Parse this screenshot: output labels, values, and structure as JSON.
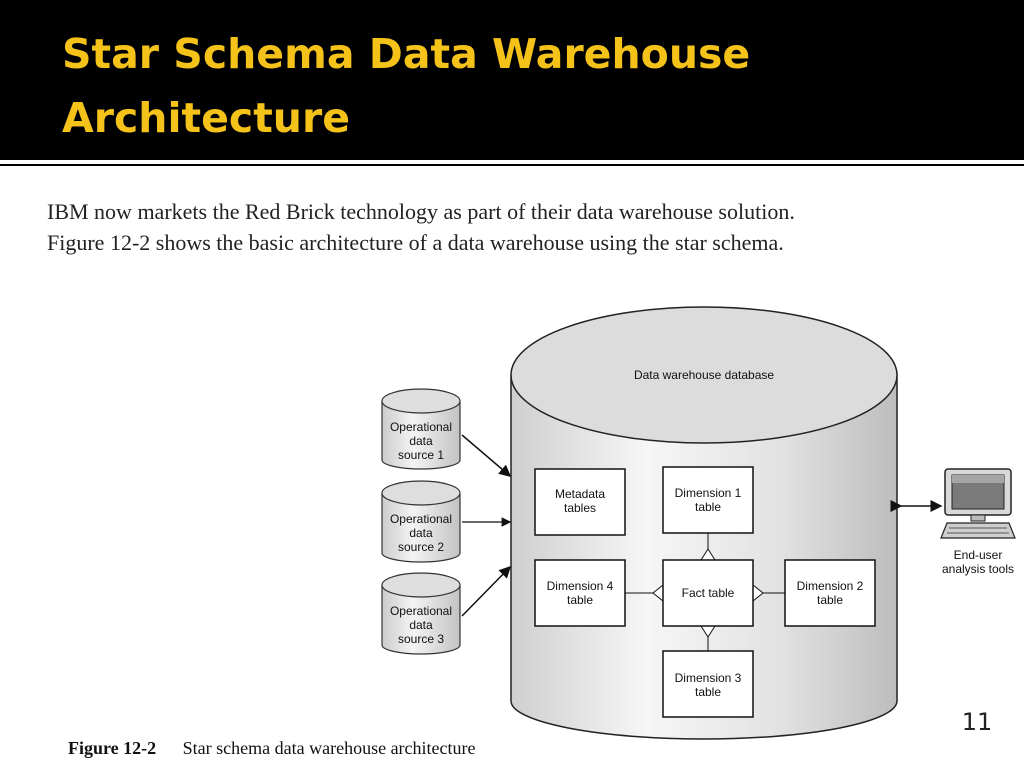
{
  "slide": {
    "title": "Star Schema Data Warehouse Architecture",
    "body_lines": [
      "IBM now markets the Red Brick technology as part of their data warehouse solution.",
      "Figure 12-2 shows the basic architecture of a data warehouse using the star schema."
    ],
    "page_number": "11",
    "title_color": "#f5c21a",
    "title_bar_color": "#000000"
  },
  "figure": {
    "label": "Figure 12-2",
    "caption": "Star schema data warehouse architecture"
  },
  "diagram": {
    "warehouse_label": "Data warehouse database",
    "sources": [
      {
        "lines": [
          "Operational",
          "data",
          "source 1"
        ]
      },
      {
        "lines": [
          "Operational",
          "data",
          "source 2"
        ]
      },
      {
        "lines": [
          "Operational",
          "data",
          "source 3"
        ]
      }
    ],
    "tables": {
      "metadata": [
        "Metadata",
        "tables"
      ],
      "dimension1": [
        "Dimension 1",
        "table"
      ],
      "dimension2": [
        "Dimension 2",
        "table"
      ],
      "dimension3": [
        "Dimension 3",
        "table"
      ],
      "dimension4": [
        "Dimension 4",
        "table"
      ],
      "fact": [
        "Fact table"
      ]
    },
    "end_user": [
      "End-user",
      "analysis tools"
    ]
  }
}
